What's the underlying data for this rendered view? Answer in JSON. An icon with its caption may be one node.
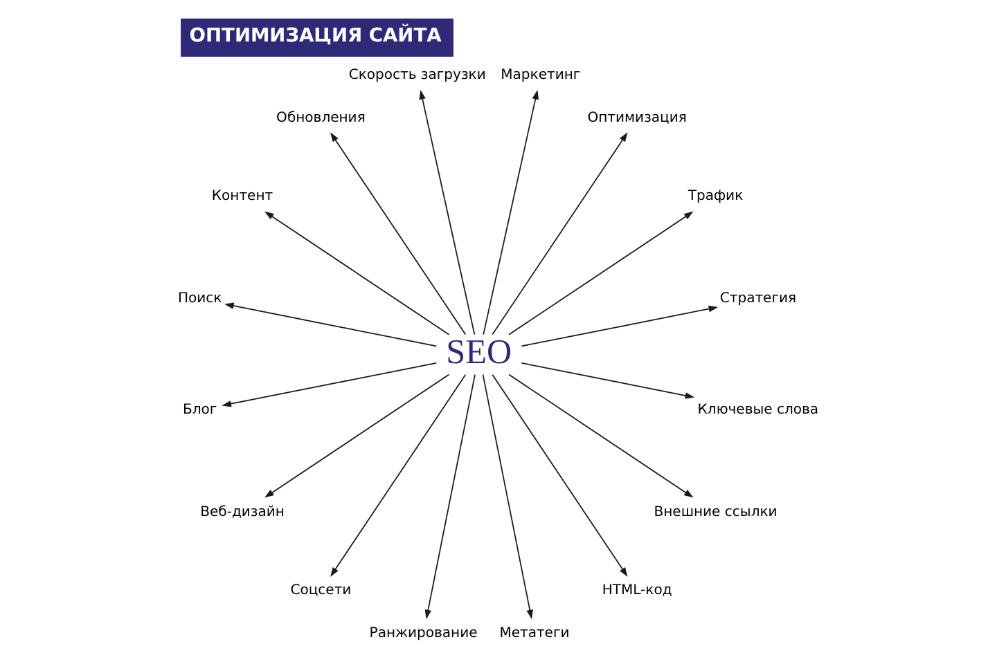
{
  "diagram": {
    "title": "ОПТИМИЗАЦИЯ САЙТА",
    "nodes": [
      {
        "text": [
          "SEO"
        ]
      },
      {
        "text": [
          "Стратегия"
        ]
      },
      {
        "text": [
          "Трафик"
        ]
      },
      {
        "text": [
          "Оптимизация"
        ]
      },
      {
        "text": [
          "Маркетинг"
        ]
      },
      {
        "text": [
          "Скорость загрузки"
        ]
      },
      {
        "text": [
          "Обновления"
        ]
      },
      {
        "text": [
          "Контент"
        ]
      },
      {
        "text": [
          "Поиск"
        ]
      },
      {
        "text": [
          "Блог"
        ]
      },
      {
        "text": [
          "Веб-дизайн"
        ]
      },
      {
        "text": [
          "Соцсети"
        ]
      },
      {
        "text": [
          "Ранжирование"
        ]
      },
      {
        "text": [
          "Метатеги"
        ]
      },
      {
        "text": [
          "HTML-код"
        ]
      },
      {
        "text": [
          "Внешние ссылки"
        ]
      },
      {
        "text": [
          "Ключевые слова"
        ]
      }
    ],
    "edges": [
      {
        "from": 0,
        "to": 1,
        "arrow": "to"
      },
      {
        "from": 0,
        "to": 2,
        "arrow": "to"
      },
      {
        "from": 0,
        "to": 3,
        "arrow": "to"
      },
      {
        "from": 0,
        "to": 4,
        "arrow": "to"
      },
      {
        "from": 0,
        "to": 5,
        "arrow": "to"
      },
      {
        "from": 0,
        "to": 6,
        "arrow": "to"
      },
      {
        "from": 0,
        "to": 7,
        "arrow": "to"
      },
      {
        "from": 0,
        "to": 8,
        "arrow": "to"
      },
      {
        "from": 0,
        "to": 9,
        "arrow": "to"
      },
      {
        "from": 0,
        "to": 10,
        "arrow": "to"
      },
      {
        "from": 0,
        "to": 11,
        "arrow": "to"
      },
      {
        "from": 0,
        "to": 12,
        "arrow": "to"
      },
      {
        "from": 0,
        "to": 13,
        "arrow": "to"
      },
      {
        "from": 0,
        "to": 14,
        "arrow": "to"
      },
      {
        "from": 0,
        "to": 15,
        "arrow": "to"
      },
      {
        "from": 0,
        "to": 16,
        "arrow": "to"
      }
    ]
  }
}
